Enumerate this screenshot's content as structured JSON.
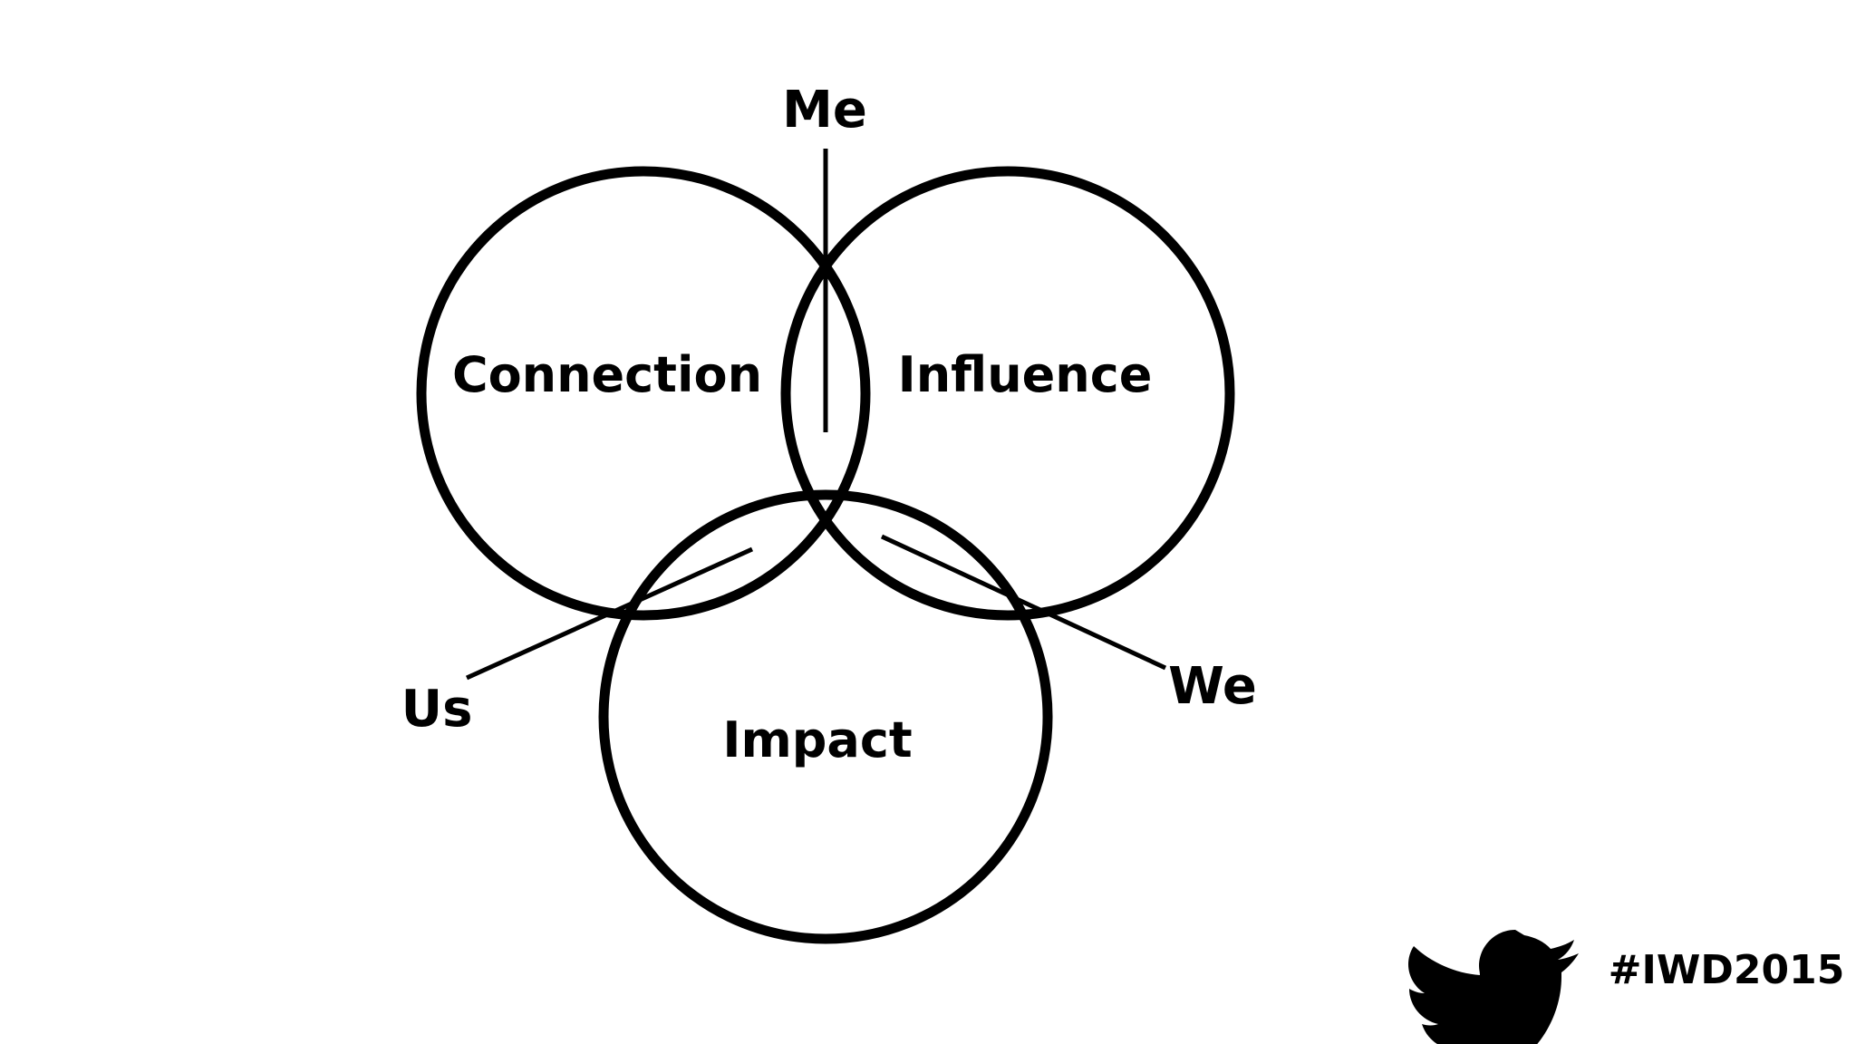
{
  "diagram": {
    "circles": {
      "connection": "Connection",
      "influence": "Influence",
      "impact": "Impact"
    },
    "pointers": {
      "me": "Me",
      "us": "Us",
      "we": "We"
    }
  },
  "footer": {
    "hashtag": "#IWD2015",
    "icon": "twitter-bird-icon"
  },
  "colors": {
    "foreground": "#000000",
    "background": "#ffffff"
  }
}
